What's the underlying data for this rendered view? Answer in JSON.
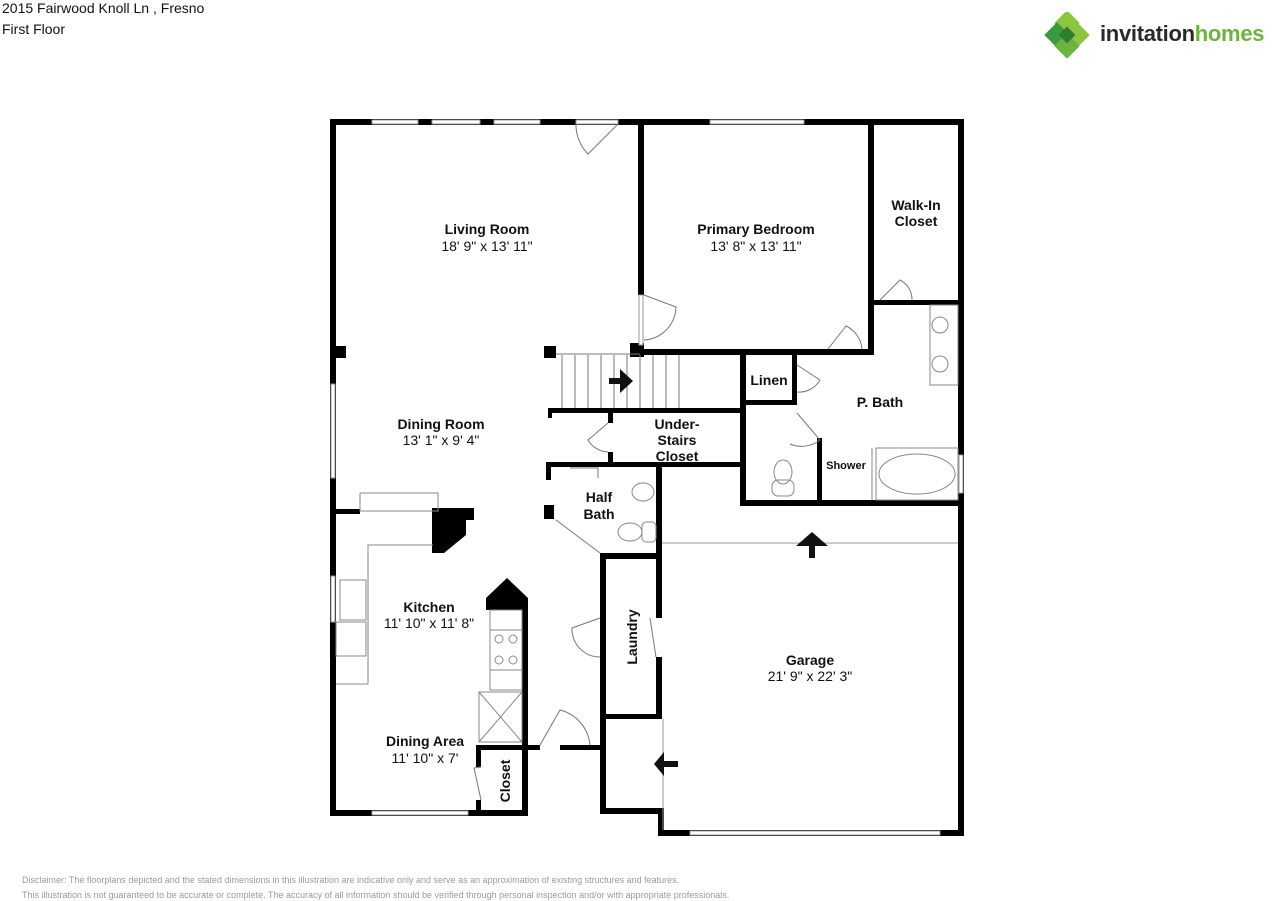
{
  "header": {
    "address": "2015 Fairwood Knoll Ln , Fresno",
    "floor": "First Floor"
  },
  "logo": {
    "icon": "diamond-cluster-logo-icon",
    "word1": "invitation",
    "word2": "homes",
    "colors": {
      "dark": "#2a2a2a",
      "green": "#6cb33f",
      "green_dark": "#3c9a3c",
      "green_light": "#8cc63f"
    }
  },
  "rooms": {
    "living": {
      "name": "Living Room",
      "dim": "18' 9\" x 13' 11\""
    },
    "primary_bedroom": {
      "name": "Primary Bedroom",
      "dim": "13' 8\" x 13' 11\""
    },
    "walkin_closet": {
      "name1": "Walk-In",
      "name2": "Closet"
    },
    "dining_room": {
      "name": "Dining Room",
      "dim": "13' 1\" x 9' 4\""
    },
    "linen": {
      "name": "Linen"
    },
    "p_bath": {
      "name": "P. Bath"
    },
    "under_stairs": {
      "name1": "Under-",
      "name2": "Stairs",
      "name3": "Closet"
    },
    "shower": {
      "name": "Shower"
    },
    "half_bath": {
      "name1": "Half",
      "name2": "Bath"
    },
    "kitchen": {
      "name": "Kitchen",
      "dim": "11' 10\" x 11' 8\""
    },
    "laundry": {
      "name": "Laundry"
    },
    "garage": {
      "name": "Garage",
      "dim": "21' 9\" x 22' 3\""
    },
    "dining_area": {
      "name": "Dining Area",
      "dim": "11' 10\" x 7'"
    },
    "closet": {
      "name": "Closet"
    }
  },
  "disclaimer": {
    "line1": "Disclaimer: The floorplans depicted and the stated dimensions in this illustration are indicative only and serve as an approximation of existing structures and features.",
    "line2": "This illustration is not guaranteed to be accurate or complete. The accuracy of all information should be verified through personal inspection and/or with appropriate professionals."
  },
  "style": {
    "wall_color": "#000000",
    "window_color": "#999999",
    "background": "#ffffff"
  }
}
